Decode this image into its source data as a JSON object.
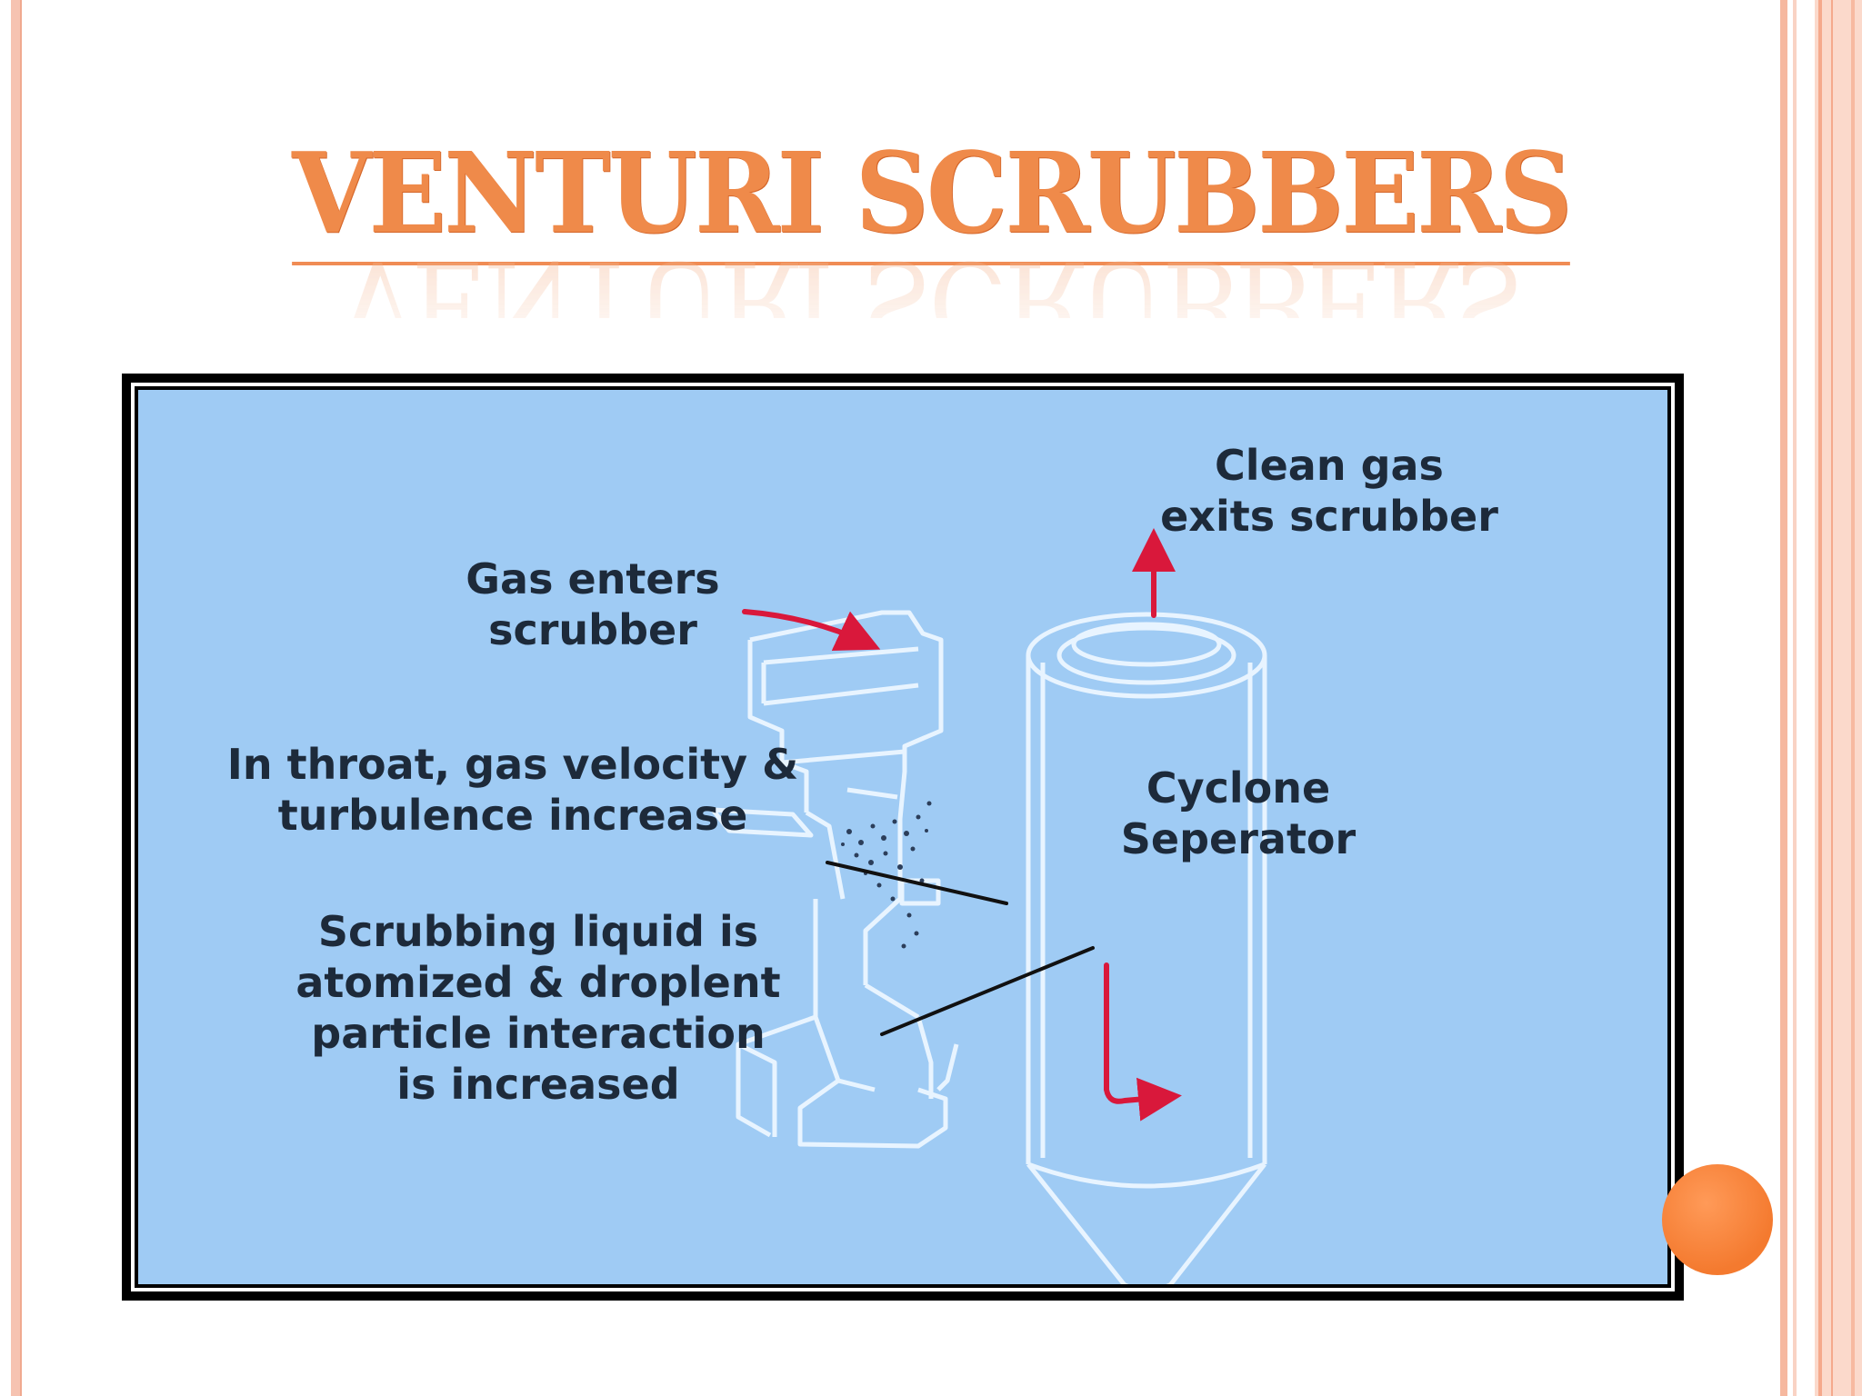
{
  "slide": {
    "title": "VENTURI SCRUBBERS"
  },
  "diagram": {
    "labels": {
      "clean_gas_1": "Clean gas",
      "clean_gas_2": "exits scrubber",
      "gas_enters_1": "Gas enters",
      "gas_enters_2": "scrubber",
      "throat_1": "In throat, gas velocity &",
      "throat_2": "turbulence increase",
      "cyclone_1": "Cyclone",
      "cyclone_2": "Seperator",
      "scrubbing_1": "Scrubbing liquid is",
      "scrubbing_2": "atomized & droplent",
      "scrubbing_3": "particle interaction",
      "scrubbing_4": "is increased"
    },
    "colors": {
      "panel": "#9fcbf4",
      "outline": "#e8f4ff",
      "arrow": "#d9183b",
      "leader": "#111111",
      "text": "#1d2a3a"
    }
  }
}
